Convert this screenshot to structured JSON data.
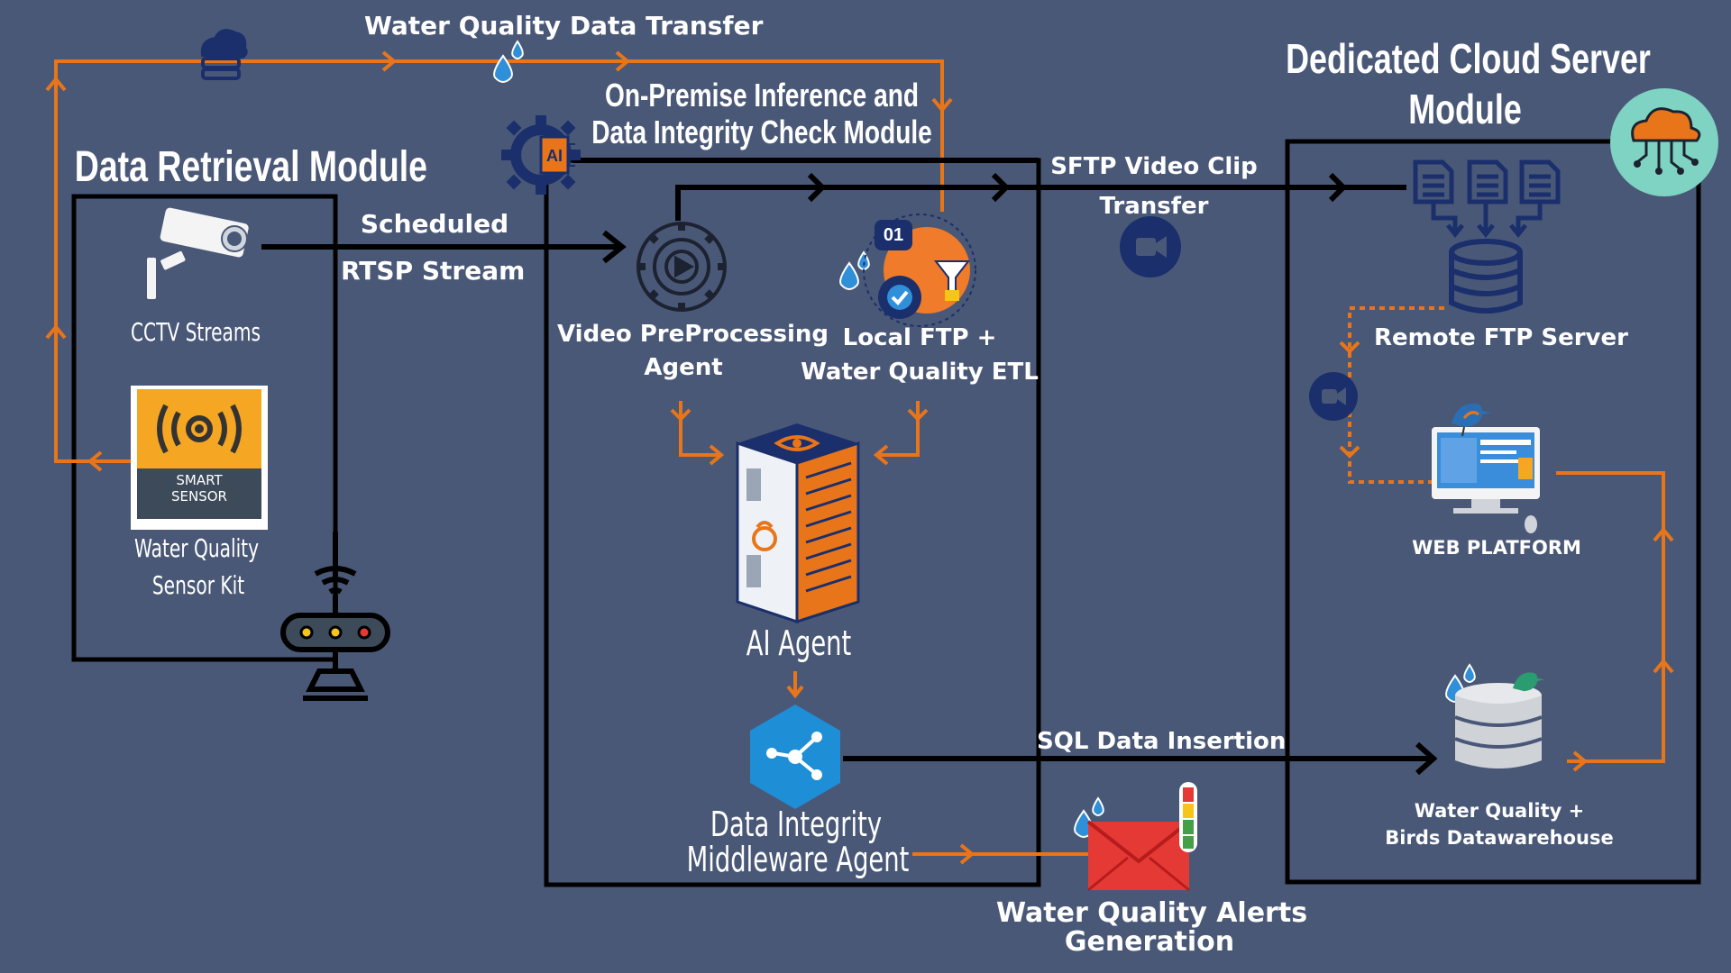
{
  "modules": {
    "data_retrieval": "Data Retrieval Module",
    "on_premise_line1": "On-Premise Inference and",
    "on_premise_line2": "Data Integrity Check Module",
    "cloud_line1": "Dedicated Cloud Server",
    "cloud_line2": "Module"
  },
  "flows": {
    "water_quality_transfer": "Water Quality Data Transfer",
    "scheduled": "Scheduled",
    "rtsp_stream": "RTSP Stream",
    "sftp_line1": "SFTP Video Clip",
    "sftp_line2": "Transfer",
    "sql_insertion": "SQL Data Insertion"
  },
  "nodes": {
    "cctv": "CCTV Streams",
    "sensor_line1": "Water Quality",
    "sensor_line2": "Sensor Kit",
    "sensor_badge_line1": "SMART",
    "sensor_badge_line2": "SENSOR",
    "video_pre_line1": "Video PreProcessing",
    "video_pre_line2": "Agent",
    "ftp_local_line1": "Local FTP +",
    "ftp_local_line2": "Water Quality ETL",
    "ai_agent": "AI Agent",
    "ai_chip": "AI",
    "ftp_chip": "01",
    "middleware_line1": "Data Integrity",
    "middleware_line2": "Middleware Agent",
    "alerts_line1": "Water Quality Alerts",
    "alerts_line2": "Generation",
    "remote_ftp": "Remote FTP Server",
    "web_platform": "WEB PLATFORM",
    "dwh_line1": "Water Quality +",
    "dwh_line2": "Birds Datawarehouse"
  },
  "icons": [
    "cloud-server-icon",
    "water-drop-icon",
    "ai-chip-icon",
    "cctv-camera-icon",
    "smart-sensor-icon",
    "router-icon",
    "video-processing-icon",
    "ftp-etl-icon",
    "gpu-server-icon",
    "hexagon-network-icon",
    "alert-envelope-icon",
    "video-camera-icon",
    "document-icon",
    "database-icon",
    "web-platform-monitor-icon",
    "bird-icon",
    "cloud-circuit-icon"
  ],
  "colors": {
    "background": "#4a5877",
    "orange_flow": "#e8751a",
    "black_flow": "#000000",
    "camera_badge": "#1a2f6b",
    "cloud_badge": "#7fd3c3"
  }
}
